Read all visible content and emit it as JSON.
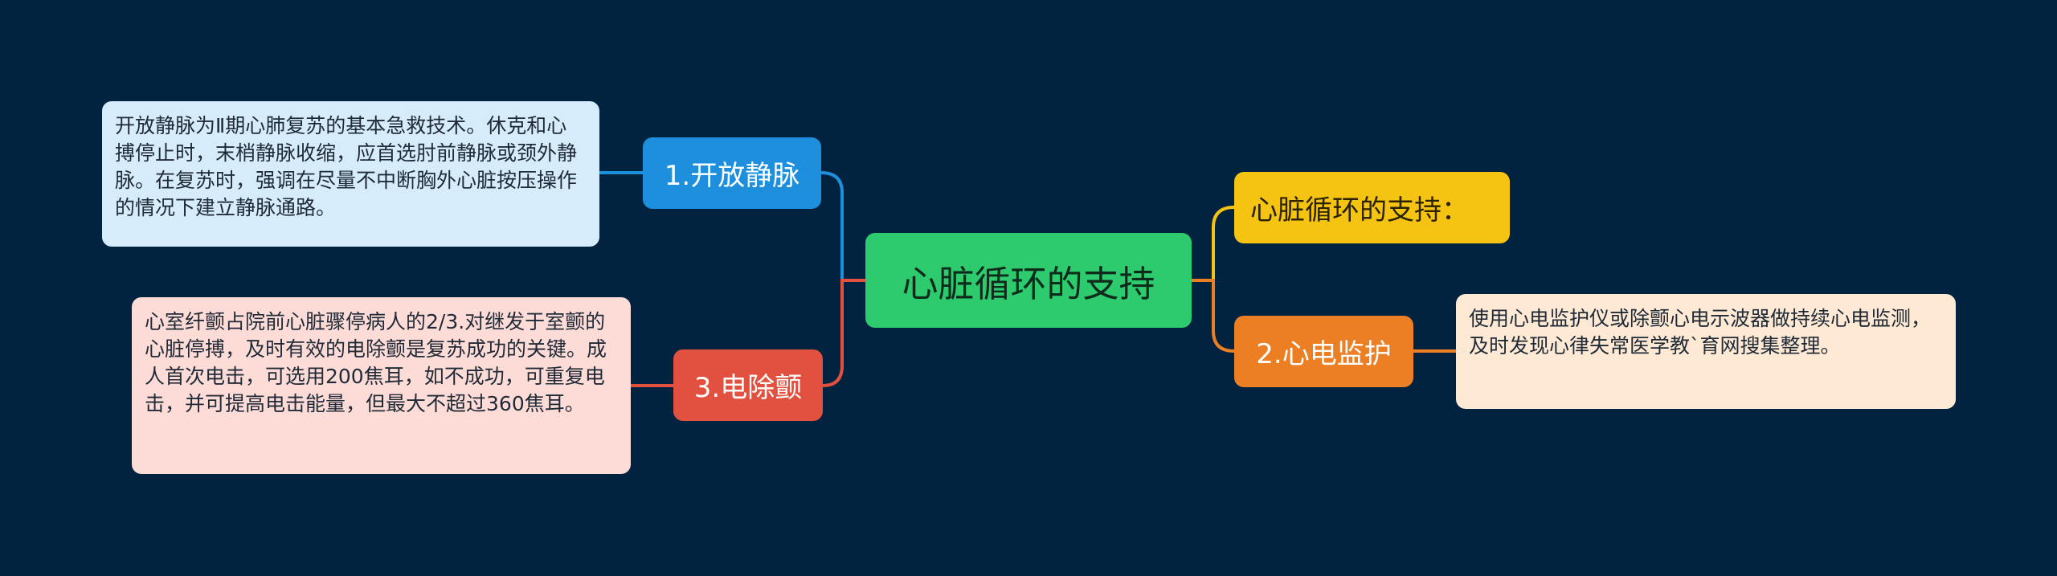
{
  "mindmap": {
    "center": {
      "label": "心脏循环的支持",
      "color": "#2ecb6e"
    },
    "branches": {
      "open_vein": {
        "label": "1.开放静脉",
        "color": "#1e8fdc",
        "note": "开放静脉为Ⅱ期心肺复苏的基本急救技术。休克和心搏停止时，末梢静脉收缩，应首选肘前静脉或颈外静脉。在复苏时，强调在尽量不中断胸外心脏按压操作的情况下建立静脉通路。"
      },
      "defibrillation": {
        "label": "3.电除颤",
        "color": "#e2503f",
        "note": "心室纤颤占院前心脏骤停病人的2/3.对继发于室颤的心脏停搏，及时有效的电除颤是复苏成功的关键。成人首次电击，可选用200焦耳，如不成功，可重复电击，并可提高电击能量，但最大不超过360焦耳。"
      },
      "support": {
        "label": "心脏循环的支持：",
        "color": "#f5c413"
      },
      "ecg": {
        "label": "2.心电监护",
        "color": "#ec7f24",
        "note": "使用心电监护仪或除颤心电示波器做持续心电监测，及时发现心律失常医学教`育网搜集整理。"
      }
    }
  }
}
